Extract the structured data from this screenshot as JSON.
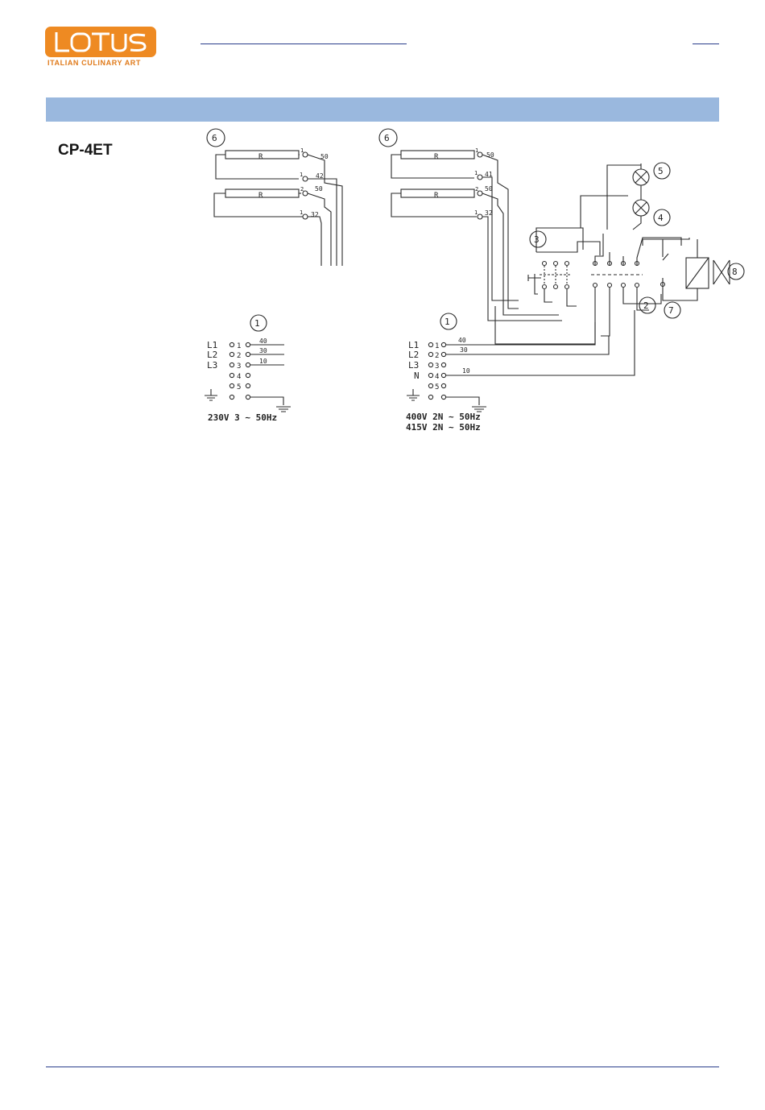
{
  "header": {
    "logo_word": "LOTUS",
    "logo_tagline": "ITALIAN CULINARY ART",
    "brand_color": "#ee8a22",
    "rule_color": "#2a3e8c",
    "band_color": "#9ab8de"
  },
  "model": "CP-4ET",
  "diagram_left": {
    "callouts": {
      "heater": "6",
      "terminal": "1"
    },
    "resistor_label": "R",
    "heater_terminals": [
      "1",
      "50",
      "1",
      "42",
      "2",
      "50",
      "1",
      "32"
    ],
    "terminal_labels": [
      "L1",
      "L2",
      "L3"
    ],
    "terminal_numbers": [
      "1",
      "2",
      "3",
      "4",
      "5"
    ],
    "wire_numbers": [
      "40",
      "30",
      "10"
    ],
    "supply": "230V 3 ~ 50Hz"
  },
  "diagram_right": {
    "callouts": {
      "heater": "6",
      "terminal": "1",
      "switch": "3",
      "relay": "2",
      "lamp_upper": "5",
      "lamp_lower": "4",
      "thermostat": "7",
      "valve": "8"
    },
    "resistor_label": "R",
    "heater_terminals": [
      "1",
      "50",
      "1",
      "41",
      "2",
      "50",
      "1",
      "32"
    ],
    "terminal_labels": [
      "L1",
      "L2",
      "L3",
      "N"
    ],
    "terminal_numbers": [
      "1",
      "2",
      "3",
      "4",
      "5"
    ],
    "wire_numbers": [
      "40",
      "30",
      "10"
    ],
    "supply_lines": [
      "400V 2N ~ 50Hz",
      "415V 2N ~ 50Hz"
    ]
  }
}
